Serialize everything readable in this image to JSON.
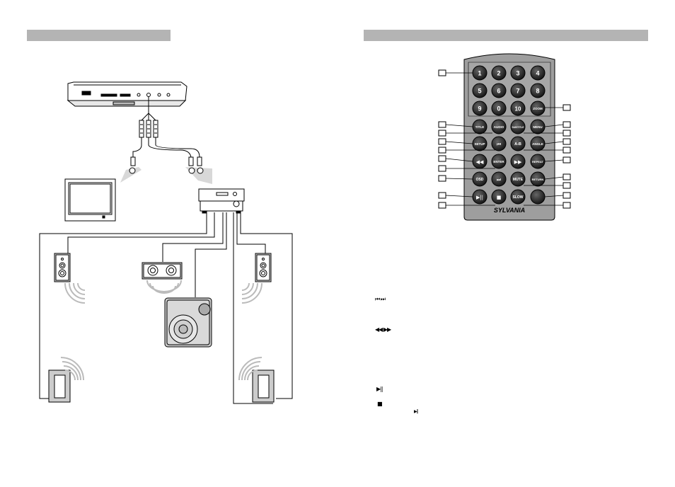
{
  "remote": {
    "brand": "SYLVANIA",
    "number_keys": [
      "1",
      "2",
      "3",
      "4",
      "5",
      "6",
      "7",
      "8",
      "9",
      "0",
      "10"
    ],
    "zoom": "ZOOM",
    "title": "TITLE",
    "audio": "AUDIO",
    "subtitle": "SUBTITLE",
    "menu": "MENU",
    "setup": "SETUP",
    "ab": "A-B",
    "angle": "ANGLE",
    "enter": "ENTER",
    "repeat": "REPEAT",
    "osd": "OSD",
    "mute": "MUTE",
    "return": "RETURN",
    "slow": "SLOW"
  },
  "icons": {
    "prev_next": "⏮ ⏭",
    "rew_ff": "◀◀ ▶▶",
    "play_pause": "▶||",
    "stop": "■",
    "play_pause_small": "▶||"
  }
}
